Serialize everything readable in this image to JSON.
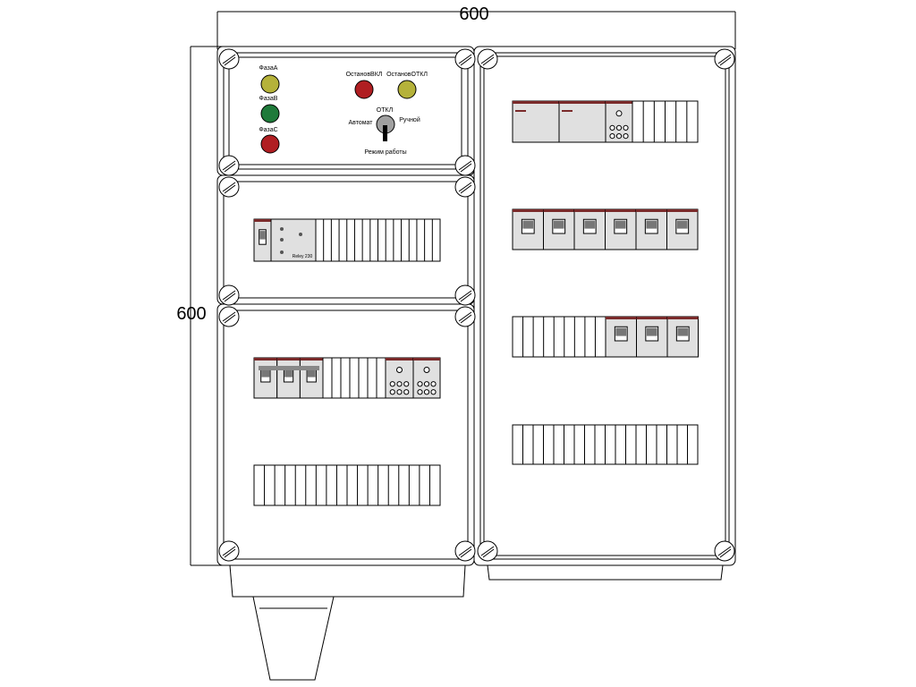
{
  "dimensions": {
    "width_label": "600",
    "height_label": "600"
  },
  "control_panel": {
    "lamps": [
      {
        "label": "ФазаA",
        "color": "#b5b23a"
      },
      {
        "label": "ФазаB",
        "color": "#1f7a3a"
      },
      {
        "label": "ФазаC",
        "color": "#b01e22"
      }
    ],
    "indicators": [
      {
        "label": "ОстановВКЛ",
        "color": "#b01e22"
      },
      {
        "label": "ОстановОТКЛ",
        "color": "#b5b23a"
      }
    ],
    "switch": {
      "top_label": "ОТКЛ",
      "left_label": "Автомат",
      "right_label": "Ручной",
      "bottom_label": "Режим работы"
    }
  },
  "modules": {
    "relay_label": "Reley 230"
  },
  "colors": {
    "module": "#e0e0e0",
    "accent": "#7a2a2a",
    "outline": "#000000"
  }
}
